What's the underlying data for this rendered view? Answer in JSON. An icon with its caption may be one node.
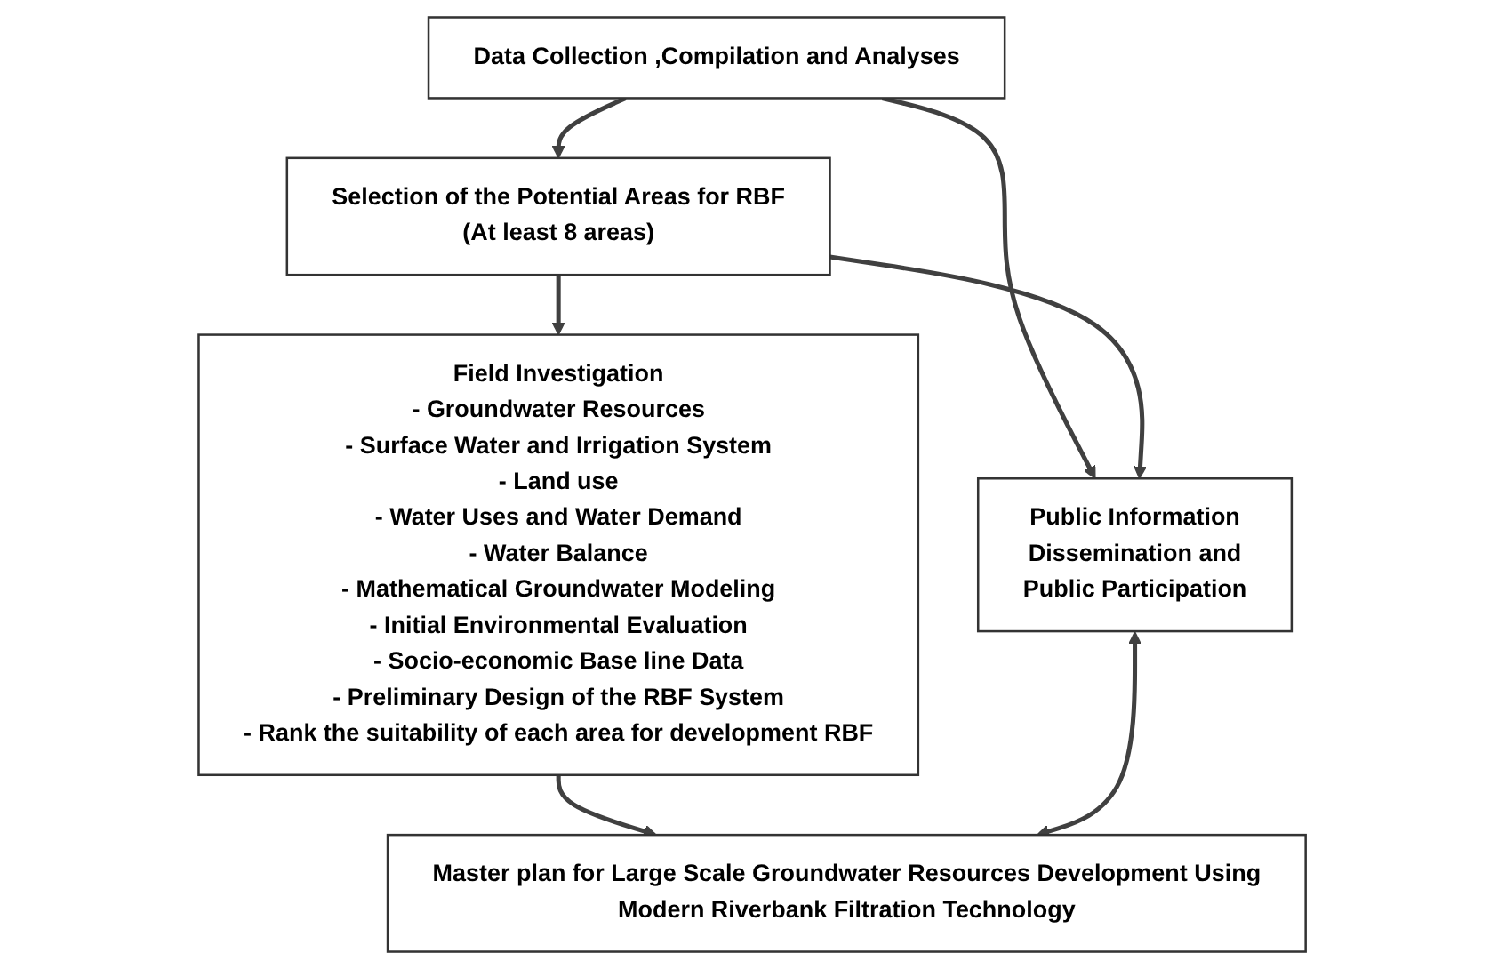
{
  "diagram": {
    "nodes": [
      {
        "text": [
          "Data Collection ,Compilation and Analyses"
        ]
      },
      {
        "text": [
          "Selection of the Potential Areas for RBF",
          "(At least 8 areas)"
        ]
      },
      {
        "text": [
          "Public Information Dissemination and Public Participation"
        ]
      },
      {
        "text": [
          "Field Investigation",
          "- Groundwater Resources",
          "- Surface Water and Irrigation System",
          "- Land use",
          "- Water Uses and Water Demand",
          "- Water Balance",
          "- Mathematical Groundwater Modeling",
          "- Initial Environmental Evaluation",
          "- Socio-economic Base line Data",
          "- Preliminary Design of the RBF System",
          "- Rank the suitability of each area for development RBF"
        ]
      },
      {
        "text": [
          "Master plan for Large Scale Groundwater Resources Development Using Modern Riverbank Filtration Technology"
        ]
      }
    ],
    "edges": [
      {
        "from": 0,
        "to": 1,
        "arrow": "to"
      },
      {
        "from": 0,
        "to": 2,
        "arrow": "to"
      },
      {
        "from": 1,
        "to": 2,
        "arrow": "to"
      },
      {
        "from": 1,
        "to": 3,
        "arrow": "to"
      },
      {
        "from": 3,
        "to": 4,
        "arrow": "to"
      },
      {
        "from": 2,
        "to": 4,
        "arrow": "both"
      }
    ]
  }
}
